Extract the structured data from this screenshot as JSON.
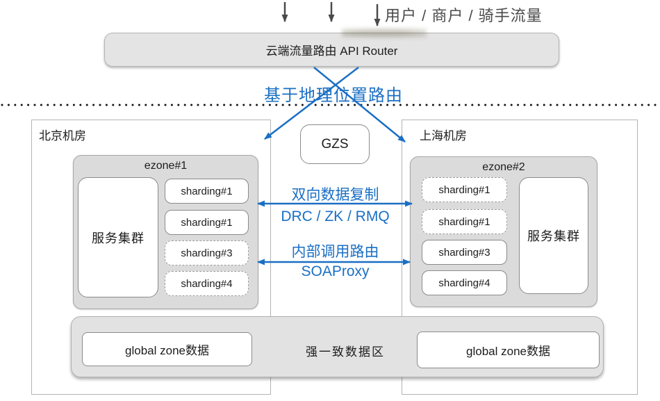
{
  "colors": {
    "accent_blue": "#1a6fc4",
    "arrow_gray": "#4a4a4a",
    "box_gray_fill": "#dbdbdb"
  },
  "top": {
    "traffic_label": "用户 / 商户 / 骑手流量",
    "router_label": "云端流量路由 API Router",
    "geo_routing_label": "基于地理位置路由"
  },
  "middle": {
    "gzs_label": "GZS",
    "replication": {
      "line1": "双向数据复制",
      "line2": "DRC / ZK / RMQ"
    },
    "internal_call": {
      "line1": "内部调用路由",
      "line2": "SOAProxy"
    }
  },
  "beijing": {
    "label": "北京机房",
    "ezone_label": "ezone#1",
    "service_cluster_label": "服务集群",
    "shardings": [
      {
        "label": "sharding#1",
        "style": "solid"
      },
      {
        "label": "sharding#1",
        "style": "solid"
      },
      {
        "label": "sharding#3",
        "style": "dashed"
      },
      {
        "label": "sharding#4",
        "style": "dashed"
      }
    ]
  },
  "shanghai": {
    "label": "上海机房",
    "ezone_label": "ezone#2",
    "service_cluster_label": "服务集群",
    "shardings": [
      {
        "label": "sharding#1",
        "style": "dashed"
      },
      {
        "label": "sharding#1",
        "style": "dashed"
      },
      {
        "label": "sharding#3",
        "style": "solid"
      },
      {
        "label": "sharding#4",
        "style": "solid"
      }
    ]
  },
  "bottom": {
    "zone_label": "强一致数据区",
    "global_left_label": "global zone数据",
    "global_right_label": "global zone数据"
  },
  "connectors": [
    {
      "name": "incoming-traffic-arrows",
      "type": "down-arrow",
      "count": 3
    },
    {
      "name": "geo-route-to-beijing",
      "type": "arrow",
      "from": "api-router",
      "to": "beijing-ezone1"
    },
    {
      "name": "geo-route-to-shanghai",
      "type": "arrow",
      "from": "api-router",
      "to": "shanghai-ezone2"
    },
    {
      "name": "data-replication-link",
      "type": "bidirectional-arrow",
      "from": "ezone1",
      "to": "ezone2"
    },
    {
      "name": "internal-call-link",
      "type": "bidirectional-arrow",
      "from": "ezone1",
      "to": "ezone2"
    }
  ]
}
